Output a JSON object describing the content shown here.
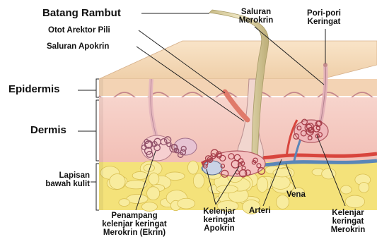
{
  "labels": {
    "hair_shaft": "Batang Rambut",
    "arrector_pili": "Otot Arektor Pili",
    "apocrine_duct": "Saluran Apokrin",
    "eccrine_duct": [
      "Saluran",
      "Merokrin"
    ],
    "sweat_pore": [
      "Pori-pori",
      "Keringat"
    ],
    "epidermis": "Epidermis",
    "dermis": "Dermis",
    "subcutis": [
      "Lapisan",
      "bawah kulit"
    ],
    "eccrine_section": [
      "Penampang",
      "kelenjar keringat",
      "Merokrin (Ekrin)"
    ],
    "apocrine_gland": [
      "Kelenjar",
      "keringat",
      "Apokrin"
    ],
    "artery": "Arteri",
    "vein": "Vena",
    "merocrine_gland": [
      "Kelenjar",
      "keringat",
      "Merokrin"
    ]
  },
  "colors": {
    "epidermis": "#f3d3b4",
    "epidermis_top": "#f7dcbc",
    "dermis": "#f6c8c1",
    "fat": "#f4e27a",
    "artery": "#d8453d",
    "vein": "#5a86b8",
    "hair": "#d9cfa0"
  }
}
